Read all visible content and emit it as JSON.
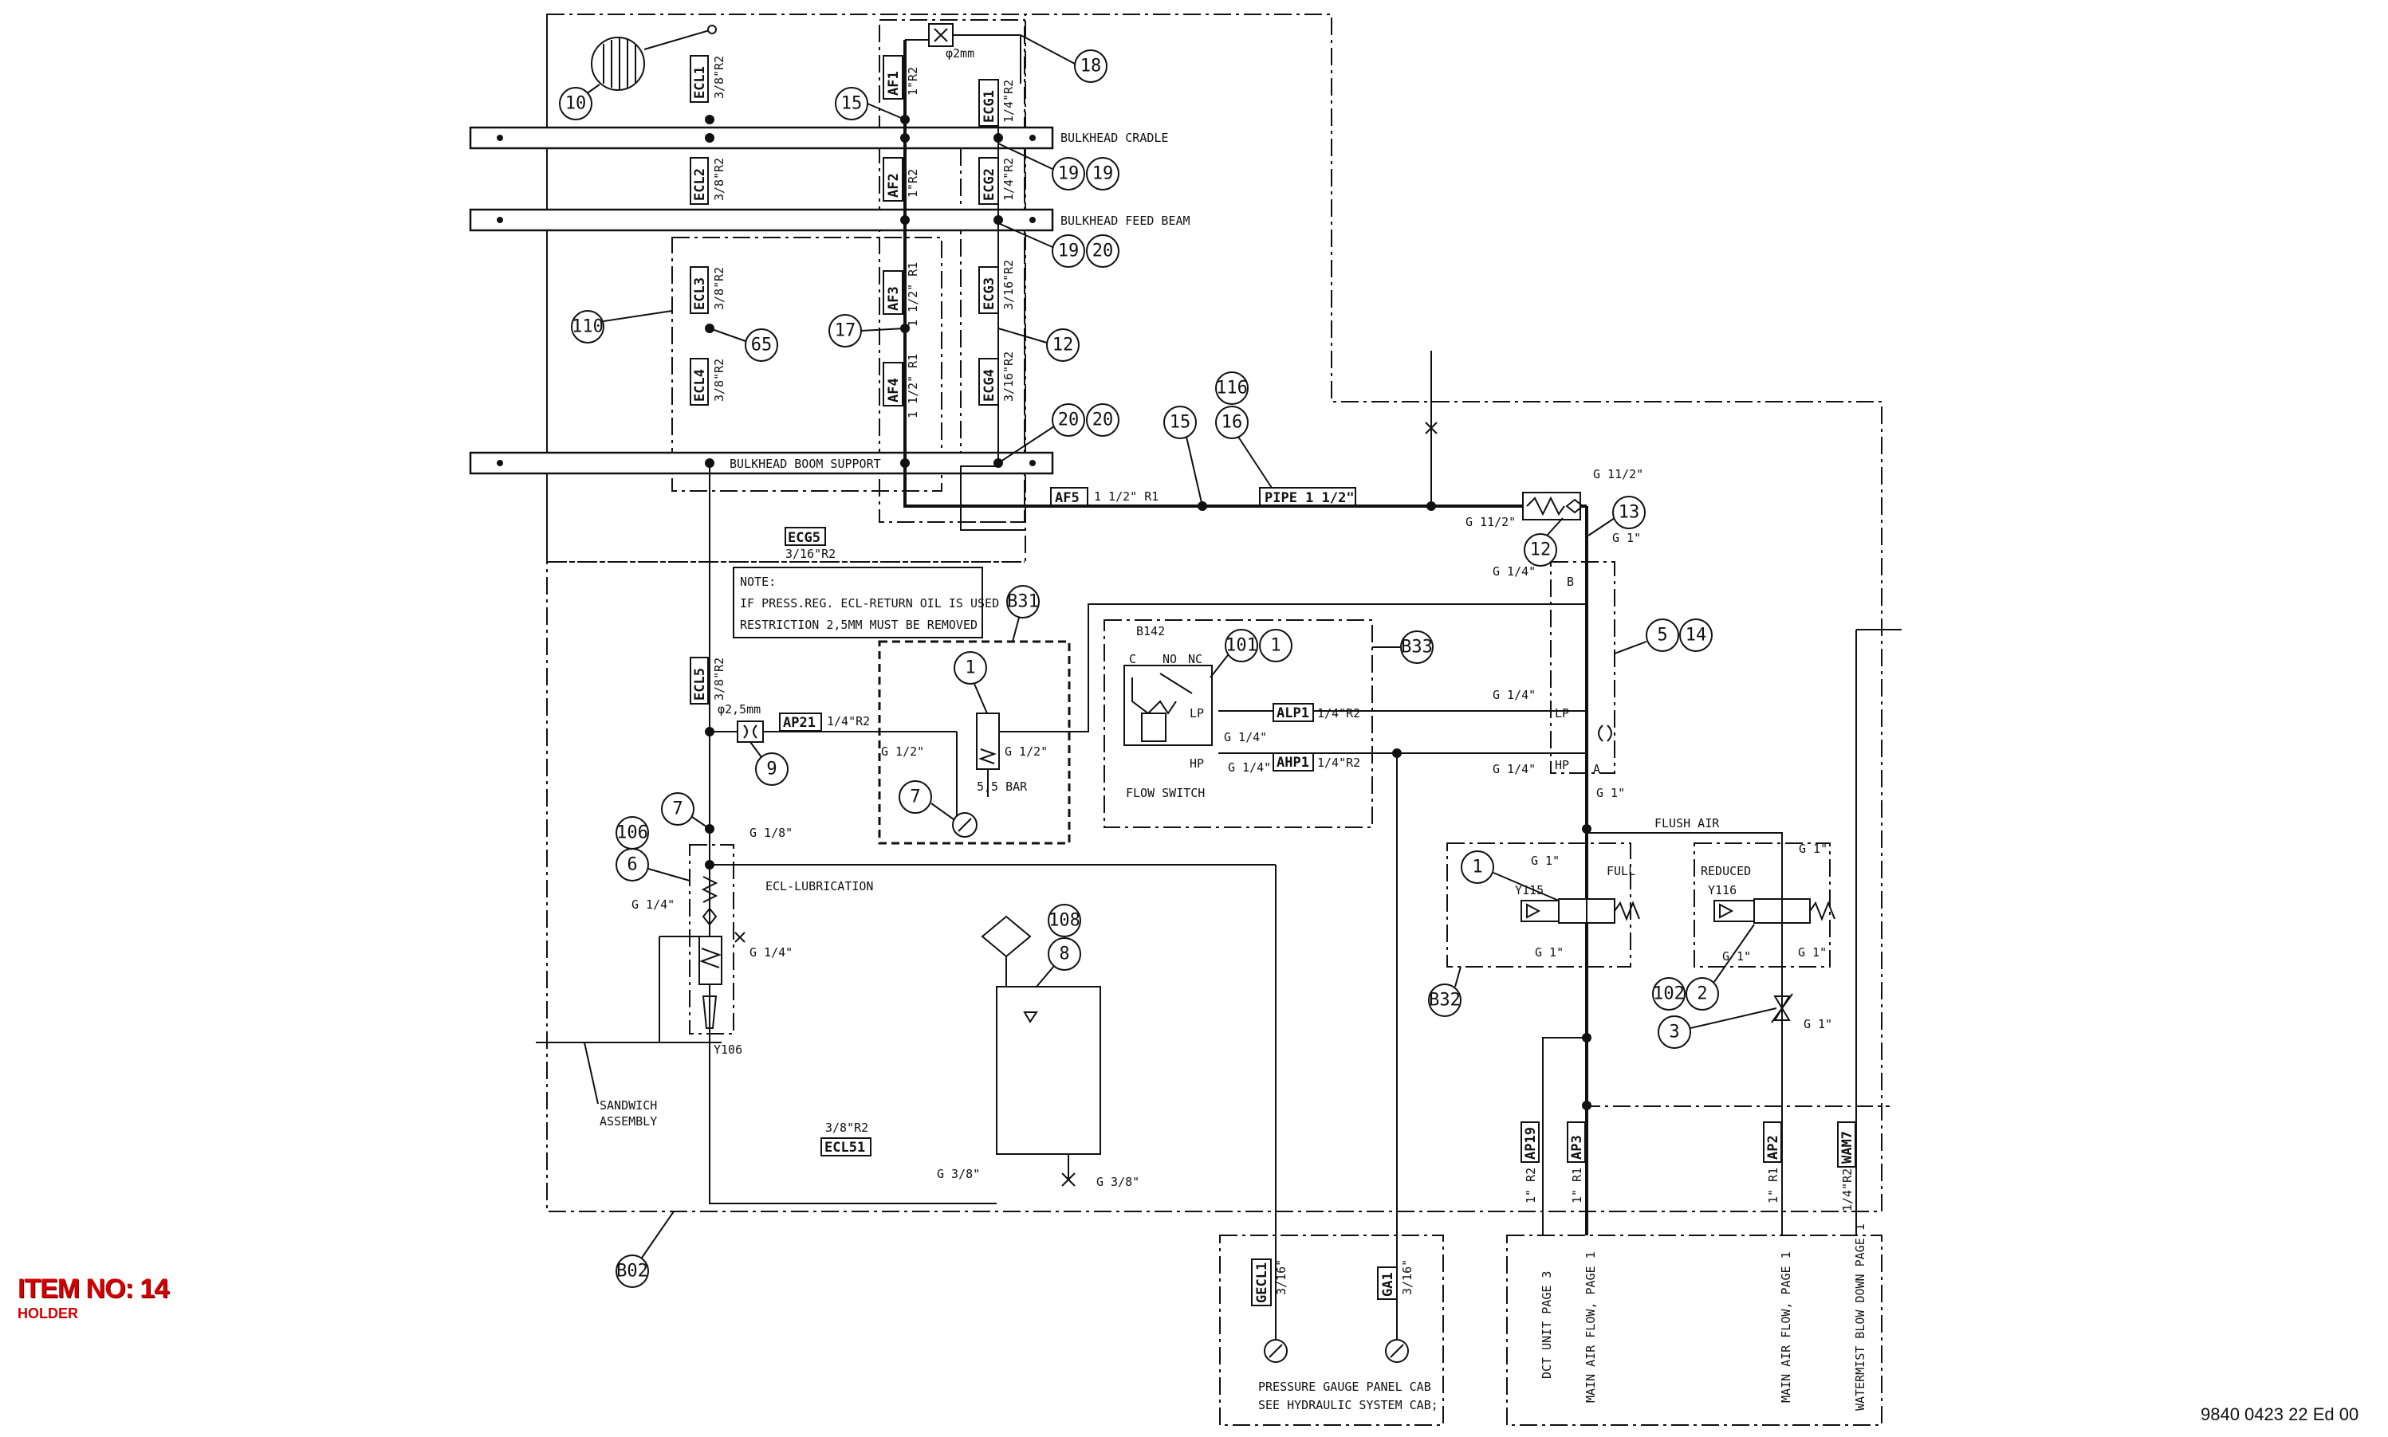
{
  "item": {
    "label": "ITEM NO: 14",
    "description": "HOLDER"
  },
  "document_number": "9840 0423 22 Ed 00",
  "beams": [
    {
      "label": "BULKHEAD CRADLE"
    },
    {
      "label": "BULKHEAD FEED BEAM"
    },
    {
      "label": "BULKHEAD BOOM SUPPORT"
    }
  ],
  "hose_tags": {
    "ECL1": "ECL1",
    "ECL2": "ECL2",
    "ECL3": "ECL3",
    "ECL4": "ECL4",
    "ECL5": "ECL5",
    "ECL51": "ECL51",
    "AF1": "AF1",
    "AF2": "AF2",
    "AF3": "AF3",
    "AF4": "AF4",
    "AF5": "AF5",
    "ECG1": "ECG1",
    "ECG2": "ECG2",
    "ECG3": "ECG3",
    "ECG4": "ECG4",
    "ECG5": "ECG5",
    "AP21": "AP21",
    "ALP1": "ALP1",
    "AHP1": "AHP1",
    "PIPE": "PIPE 1 1/2\"",
    "AP19": "AP19",
    "AP3": "AP3",
    "AP2": "AP2",
    "WAM7": "WAM7",
    "GECL1": "GECL1",
    "GA1": "GA1"
  },
  "hose_specs": {
    "ecl1": "3/8\"R2",
    "ecl2": "3/8\"R2",
    "ecl3": "3/8\"R2",
    "ecl4": "3/8\"R2",
    "ecl5": "3/8\"R2",
    "ecl51": "3/8\"R2",
    "af1": "1\"R2",
    "af2": "1\"R2",
    "af3": "1 1/2\" R1",
    "af4": "1 1/2\" R1",
    "af5": "1 1/2\" R1",
    "ecg1": "1/4\"R2",
    "ecg2": "1/4\"R2",
    "ecg3": "3/16\"R2",
    "ecg4": "3/16\"R2",
    "ecg5": "3/16\"R2",
    "ap21": "1/4\"R2",
    "alp1": "1/4\"R2",
    "ahp1": "1/4\"R2",
    "ap19": "1\" R2",
    "ap3": "1\" R1",
    "ap2": "1\" R1",
    "wam7": "1/4\"R2",
    "gecl1": "3/16\"",
    "ga1": "3/16\""
  },
  "bubbles": {
    "b10": "10",
    "b15a": "15",
    "b18": "18",
    "b19a": "19",
    "b19b": "19",
    "b19c": "19",
    "b20a": "20",
    "b110": "110",
    "b17": "17",
    "b65": "65",
    "b12a": "12",
    "b20b": "20",
    "b20c": "20",
    "b15b": "15",
    "b116": "116",
    "b16": "16",
    "b13": "13",
    "b12b": "12",
    "b5": "5",
    "b14": "14",
    "bB31": "B31",
    "b1a": "1",
    "b7a": "7",
    "b101": "101",
    "b1b": "1",
    "bB33": "B33",
    "b9": "9",
    "b7b": "7",
    "b106": "106",
    "b6": "6",
    "b108": "108",
    "b8": "8",
    "b1c": "1",
    "bB32": "B32",
    "b102": "102",
    "b2": "2",
    "b3": "3",
    "bB02": "B02"
  },
  "labels": {
    "phi2mm": "φ2mm",
    "phi25mm": "φ2,5mm",
    "note1": "NOTE:",
    "note2": "IF PRESS.REG. ECL-RETURN OIL IS USED",
    "note3": "RESTRICTION 2,5MM MUST BE REMOVED",
    "g112a": "G 11/2\"",
    "g112b": "G 11/2\"",
    "g1a": "G 1\"",
    "g1b": "G 1\"",
    "g14a": "G 1/4\"",
    "g14b": "G 1/4\"",
    "g14c": "G 1/4\"",
    "g14d": "G 1/4\"",
    "g14e": "G 1/4\"",
    "g14f": "G 1/4\"",
    "g14g": "G 1/4\"",
    "g12a": "G 1/2\"",
    "g12b": "G 1/2\"",
    "g18": "G 1/8\"",
    "g38a": "G 3/8\"",
    "g38b": "G 3/8\"",
    "g1c": "G 1\"",
    "g1d": "G 1\"",
    "g1e": "G 1\"",
    "g1f": "G 1\"",
    "g1g": "G 1\"",
    "g1h": "G 1\"",
    "portB": "B",
    "portA": "A",
    "portLP": "LP",
    "portHP": "HP",
    "swLP": "LP",
    "swHP": "HP",
    "b142": "B142",
    "c": "C",
    "no": "NO",
    "nc": "NC",
    "flowswitch": "FLOW SWITCH",
    "bar55": "5,5 BAR",
    "ecllub": "ECL-LUBRICATION",
    "y106": "Y106",
    "sandwich1": "SANDWICH",
    "sandwich2": "ASSEMBLY",
    "flushair": "FLUSH AIR",
    "full": "FULL",
    "reduced": "REDUCED",
    "y115": "Y115",
    "y116": "Y116",
    "gauge1": "PRESSURE GAUGE PANEL CAB",
    "gauge2": "SEE HYDRAULIC SYSTEM CAB;",
    "dest1": "DCT UNIT PAGE 3",
    "dest2": "MAIN AIR FLOW, PAGE 1",
    "dest3": "MAIN AIR FLOW, PAGE 1",
    "dest4": "WATERMIST BLOW DOWN PAGE 1"
  }
}
